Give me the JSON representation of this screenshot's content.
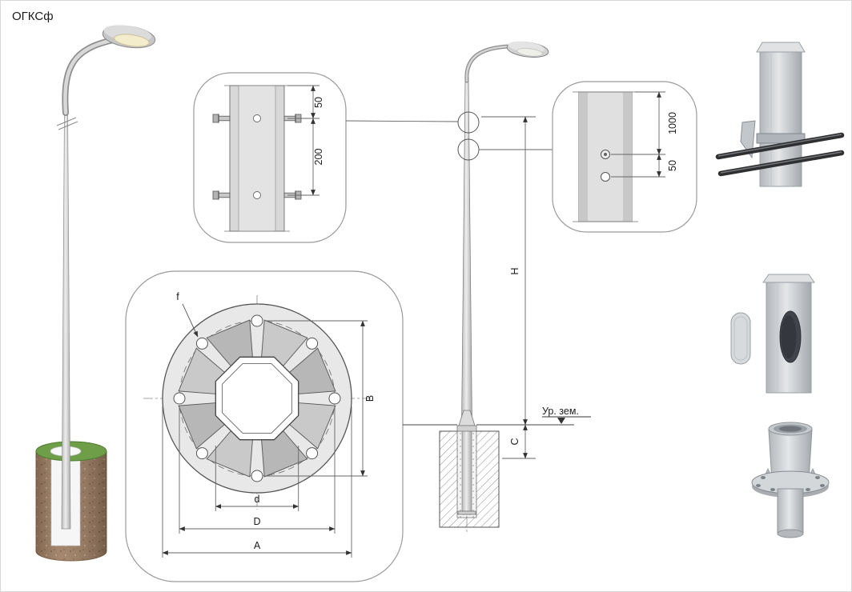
{
  "title": "ОГКСф",
  "detail_top_section": {
    "dim_edge_to_hole": "50",
    "dim_hole_spacing": "200"
  },
  "detail_pole_holes": {
    "dim_from_top": "1000",
    "dim_hole_spacing": "50"
  },
  "flange_plan": {
    "hole_diameter_label": "f",
    "inner_width_label": "d",
    "bolt_circle_label": "D",
    "outer_width_label": "A",
    "vertical_span_label": "B"
  },
  "elevation": {
    "height_label": "H",
    "embedment_label": "C",
    "ground_level_label": "Ур. зем."
  },
  "colors": {
    "drawing_line": "#555555",
    "metal_light": "#d8d8d8",
    "foundation_brown": "#9a7a5e",
    "grass_green": "#6f9e48",
    "lamp_warm_white": "#f3edcb",
    "anchor_rod_dark": "#2e2f31"
  }
}
